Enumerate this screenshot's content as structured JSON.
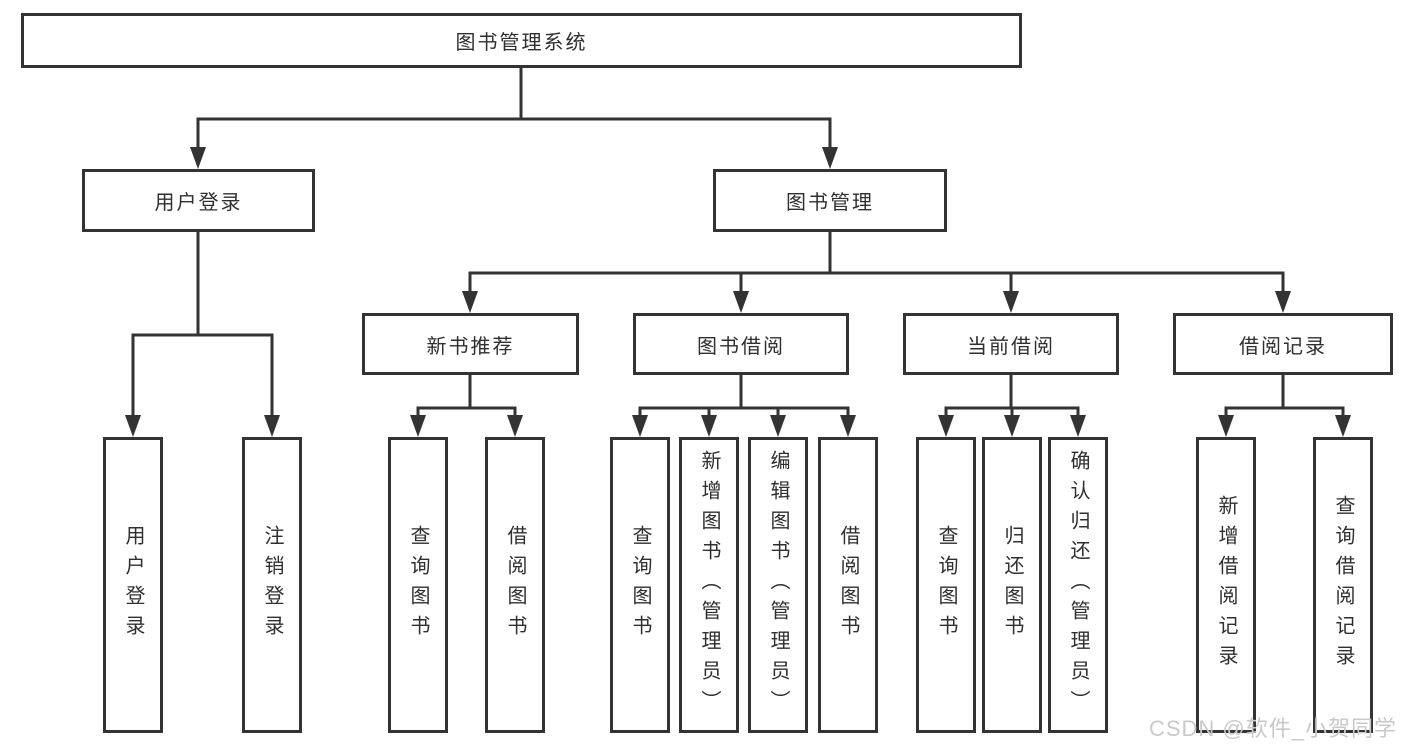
{
  "diagram": {
    "title": "图书管理系统",
    "type": "hierarchy-tree",
    "colors": {
      "border": "#333333",
      "line": "#333333",
      "text": "#2f2f2f",
      "background": "#ffffff",
      "watermark_text": "#c9c9c9"
    }
  },
  "tree": {
    "root": {
      "label": "图书管理系统"
    },
    "groups": [
      {
        "label": "用户登录",
        "children": [
          {
            "label": "用户登录"
          },
          {
            "label": "注销登录"
          }
        ]
      },
      {
        "label": "图书管理",
        "subgroups": [
          {
            "label": "新书推荐",
            "children": [
              {
                "label": "查询图书"
              },
              {
                "label": "借阅图书"
              }
            ]
          },
          {
            "label": "图书借阅",
            "children": [
              {
                "label": "查询图书"
              },
              {
                "label": "新增图书（管理员）"
              },
              {
                "label": "编辑图书（管理员）"
              },
              {
                "label": "借阅图书"
              }
            ]
          },
          {
            "label": "当前借阅",
            "children": [
              {
                "label": "查询图书"
              },
              {
                "label": "归还图书"
              },
              {
                "label": "确认归还（管理员）"
              }
            ]
          },
          {
            "label": "借阅记录",
            "children": [
              {
                "label": "新增借阅记录"
              },
              {
                "label": "查询借阅记录"
              }
            ]
          }
        ]
      }
    ]
  },
  "watermark": {
    "text": "CSDN @软件_小贺同学"
  }
}
